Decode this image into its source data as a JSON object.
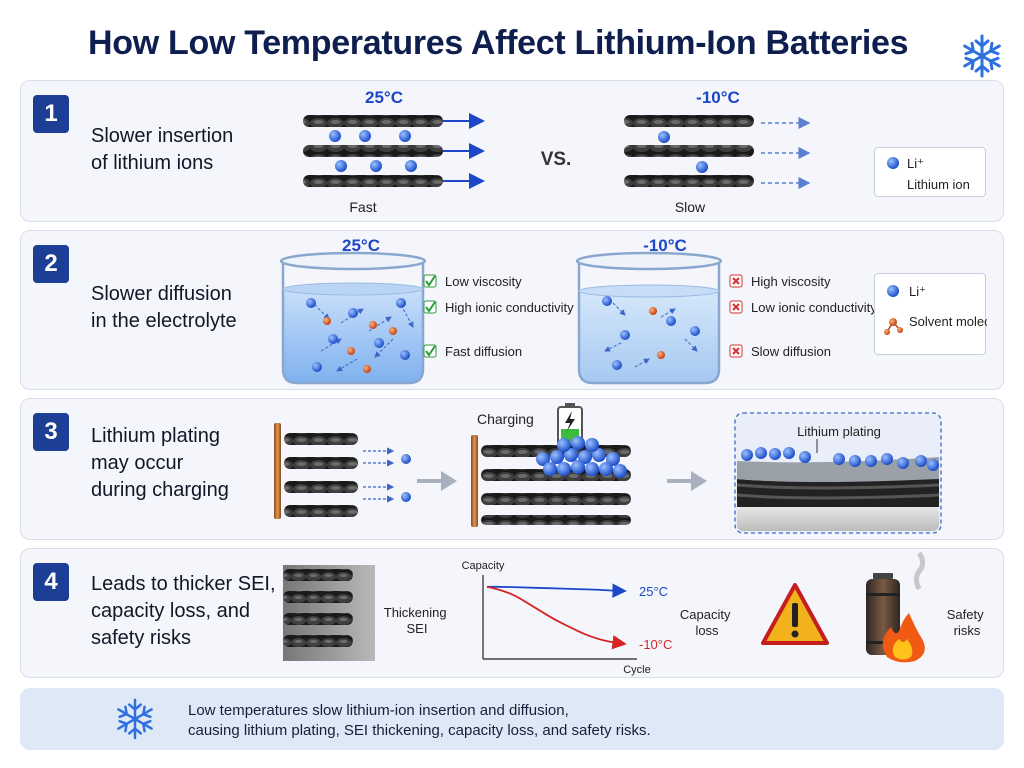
{
  "title": "How Low Temperatures Affect Lithium-Ion Batteries",
  "sections": [
    {
      "number": "1",
      "heading": [
        "Slower insertion",
        "of lithium ions"
      ],
      "left_temp": "25°C",
      "right_temp": "-10°C",
      "left_caption": "Fast",
      "right_caption": "Slow",
      "vs": "VS.",
      "legend": {
        "symbol": "Li⁺",
        "label": "Lithium ion"
      }
    },
    {
      "number": "2",
      "heading": [
        "Slower diffusion",
        "in the electrolyte"
      ],
      "left_temp": "25°C",
      "right_temp": "-10°C",
      "pros": [
        "Low viscosity",
        "High ionic conductivity",
        "Fast diffusion"
      ],
      "cons": [
        "High viscosity",
        "Low ionic conductivity",
        "Slow diffusion"
      ],
      "legend": {
        "ion": "Li⁺",
        "solvent": "Solvent molecule"
      }
    },
    {
      "number": "3",
      "heading": [
        "Lithium plating",
        "may occur",
        "during charging"
      ],
      "charging_label": "Charging",
      "plating_label": "Lithium plating"
    },
    {
      "number": "4",
      "heading": [
        "Leads to thicker SEI,",
        "capacity loss, and",
        "safety risks"
      ],
      "sei_label": "Thickening SEI",
      "capacity_loss_label": "Capacity loss",
      "safety_label": "Safety risks"
    }
  ],
  "chart_data": {
    "type": "line",
    "title": "",
    "xlabel": "Cycle",
    "ylabel": "Capacity",
    "x": [
      0,
      1,
      2,
      3,
      4,
      5,
      6,
      7,
      8,
      9,
      10
    ],
    "ylim": [
      0,
      1
    ],
    "series": [
      {
        "name": "25°C",
        "values": [
          0.86,
          0.86,
          0.855,
          0.85,
          0.845,
          0.84,
          0.835,
          0.83,
          0.825,
          0.815,
          0.81
        ]
      },
      {
        "name": "-10°C",
        "values": [
          0.86,
          0.82,
          0.76,
          0.66,
          0.56,
          0.46,
          0.38,
          0.3,
          0.24,
          0.2,
          0.18
        ]
      }
    ],
    "colors": {
      "25°C": "#1d47c9",
      "-10°C": "#d62424"
    },
    "grid": false
  },
  "summary": [
    "Low temperatures slow lithium-ion insertion and diffusion,",
    "causing lithium plating, SEI thickening, capacity loss, and safety risks."
  ],
  "colors": {
    "accent": "#1c3f95",
    "ion": "#2f66e0",
    "solvent": "#d4551f",
    "check": "#2d9a3c",
    "cross": "#d33030",
    "warning": "#f2b21b"
  },
  "icons": [
    "snowflake-icon",
    "battery-charging-icon",
    "warning-icon",
    "fire-icon",
    "check-icon",
    "cross-icon"
  ]
}
